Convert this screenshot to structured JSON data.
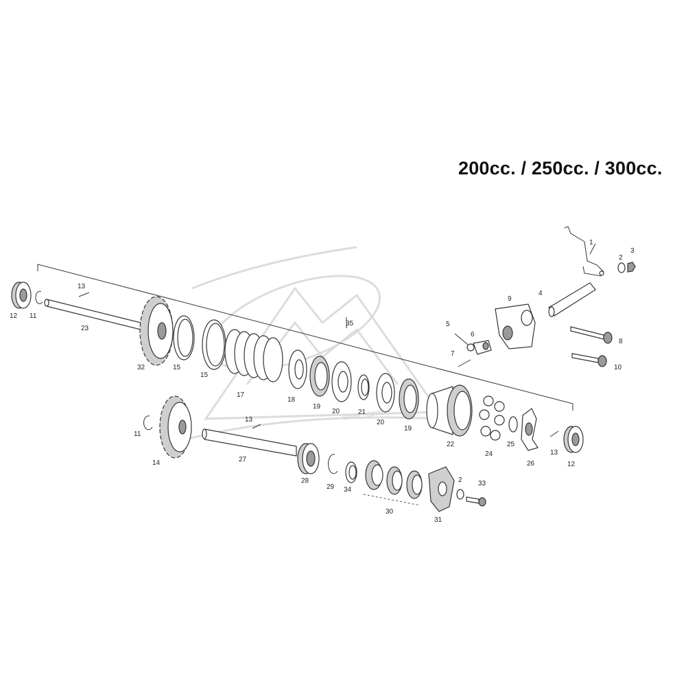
{
  "title": "200cc. / 250cc. / 300cc.",
  "watermark": {
    "text": "www.      .com"
  },
  "callouts": [
    {
      "id": "c-1",
      "text": "1"
    },
    {
      "id": "c-2a",
      "text": "2"
    },
    {
      "id": "c-3",
      "text": "3"
    },
    {
      "id": "c-4",
      "text": "4"
    },
    {
      "id": "c-5",
      "text": "5"
    },
    {
      "id": "c-6",
      "text": "6"
    },
    {
      "id": "c-7",
      "text": "7"
    },
    {
      "id": "c-8",
      "text": "8"
    },
    {
      "id": "c-9",
      "text": "9"
    },
    {
      "id": "c-10",
      "text": "10"
    },
    {
      "id": "c-11a",
      "text": "11"
    },
    {
      "id": "c-11b",
      "text": "11"
    },
    {
      "id": "c-12a",
      "text": "12"
    },
    {
      "id": "c-12b",
      "text": "12"
    },
    {
      "id": "c-13a",
      "text": "13"
    },
    {
      "id": "c-13b",
      "text": "13"
    },
    {
      "id": "c-13c",
      "text": "13"
    },
    {
      "id": "c-14",
      "text": "14"
    },
    {
      "id": "c-15a",
      "text": "15"
    },
    {
      "id": "c-15b",
      "text": "15"
    },
    {
      "id": "c-17",
      "text": "17"
    },
    {
      "id": "c-18",
      "text": "18"
    },
    {
      "id": "c-19a",
      "text": "19"
    },
    {
      "id": "c-19b",
      "text": "19"
    },
    {
      "id": "c-20a",
      "text": "20"
    },
    {
      "id": "c-20b",
      "text": "20"
    },
    {
      "id": "c-21",
      "text": "21"
    },
    {
      "id": "c-22",
      "text": "22"
    },
    {
      "id": "c-23",
      "text": "23"
    },
    {
      "id": "c-24",
      "text": "24"
    },
    {
      "id": "c-25",
      "text": "25"
    },
    {
      "id": "c-26",
      "text": "26"
    },
    {
      "id": "c-27",
      "text": "27"
    },
    {
      "id": "c-28",
      "text": "28"
    },
    {
      "id": "c-29",
      "text": "29"
    },
    {
      "id": "c-30",
      "text": "30"
    },
    {
      "id": "c-31",
      "text": "31"
    },
    {
      "id": "c-32",
      "text": "32"
    },
    {
      "id": "c-33",
      "text": "33"
    },
    {
      "id": "c-34",
      "text": "34"
    },
    {
      "id": "c-35",
      "text": "35"
    },
    {
      "id": "c-2b",
      "text": "2"
    }
  ]
}
